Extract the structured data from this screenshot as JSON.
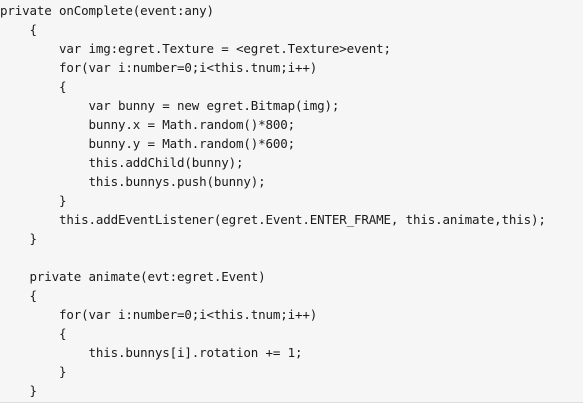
{
  "code": {
    "language": "typescript",
    "lines": [
      "private onComplete(event:any)",
      "    {",
      "        var img:egret.Texture = <egret.Texture>event;",
      "        for(var i:number=0;i<this.tnum;i++)",
      "        {",
      "            var bunny = new egret.Bitmap(img);",
      "            bunny.x = Math.random()*800;",
      "            bunny.y = Math.random()*600;",
      "            this.addChild(bunny);",
      "            this.bunnys.push(bunny);",
      "        }",
      "        this.addEventListener(egret.Event.ENTER_FRAME, this.animate,this);",
      "    }",
      "",
      "    private animate(evt:egret.Event)",
      "    {",
      "        for(var i:number=0;i<this.tnum;i++)",
      "        {",
      "            this.bunnys[i].rotation += 1;",
      "        }",
      "    }"
    ]
  }
}
